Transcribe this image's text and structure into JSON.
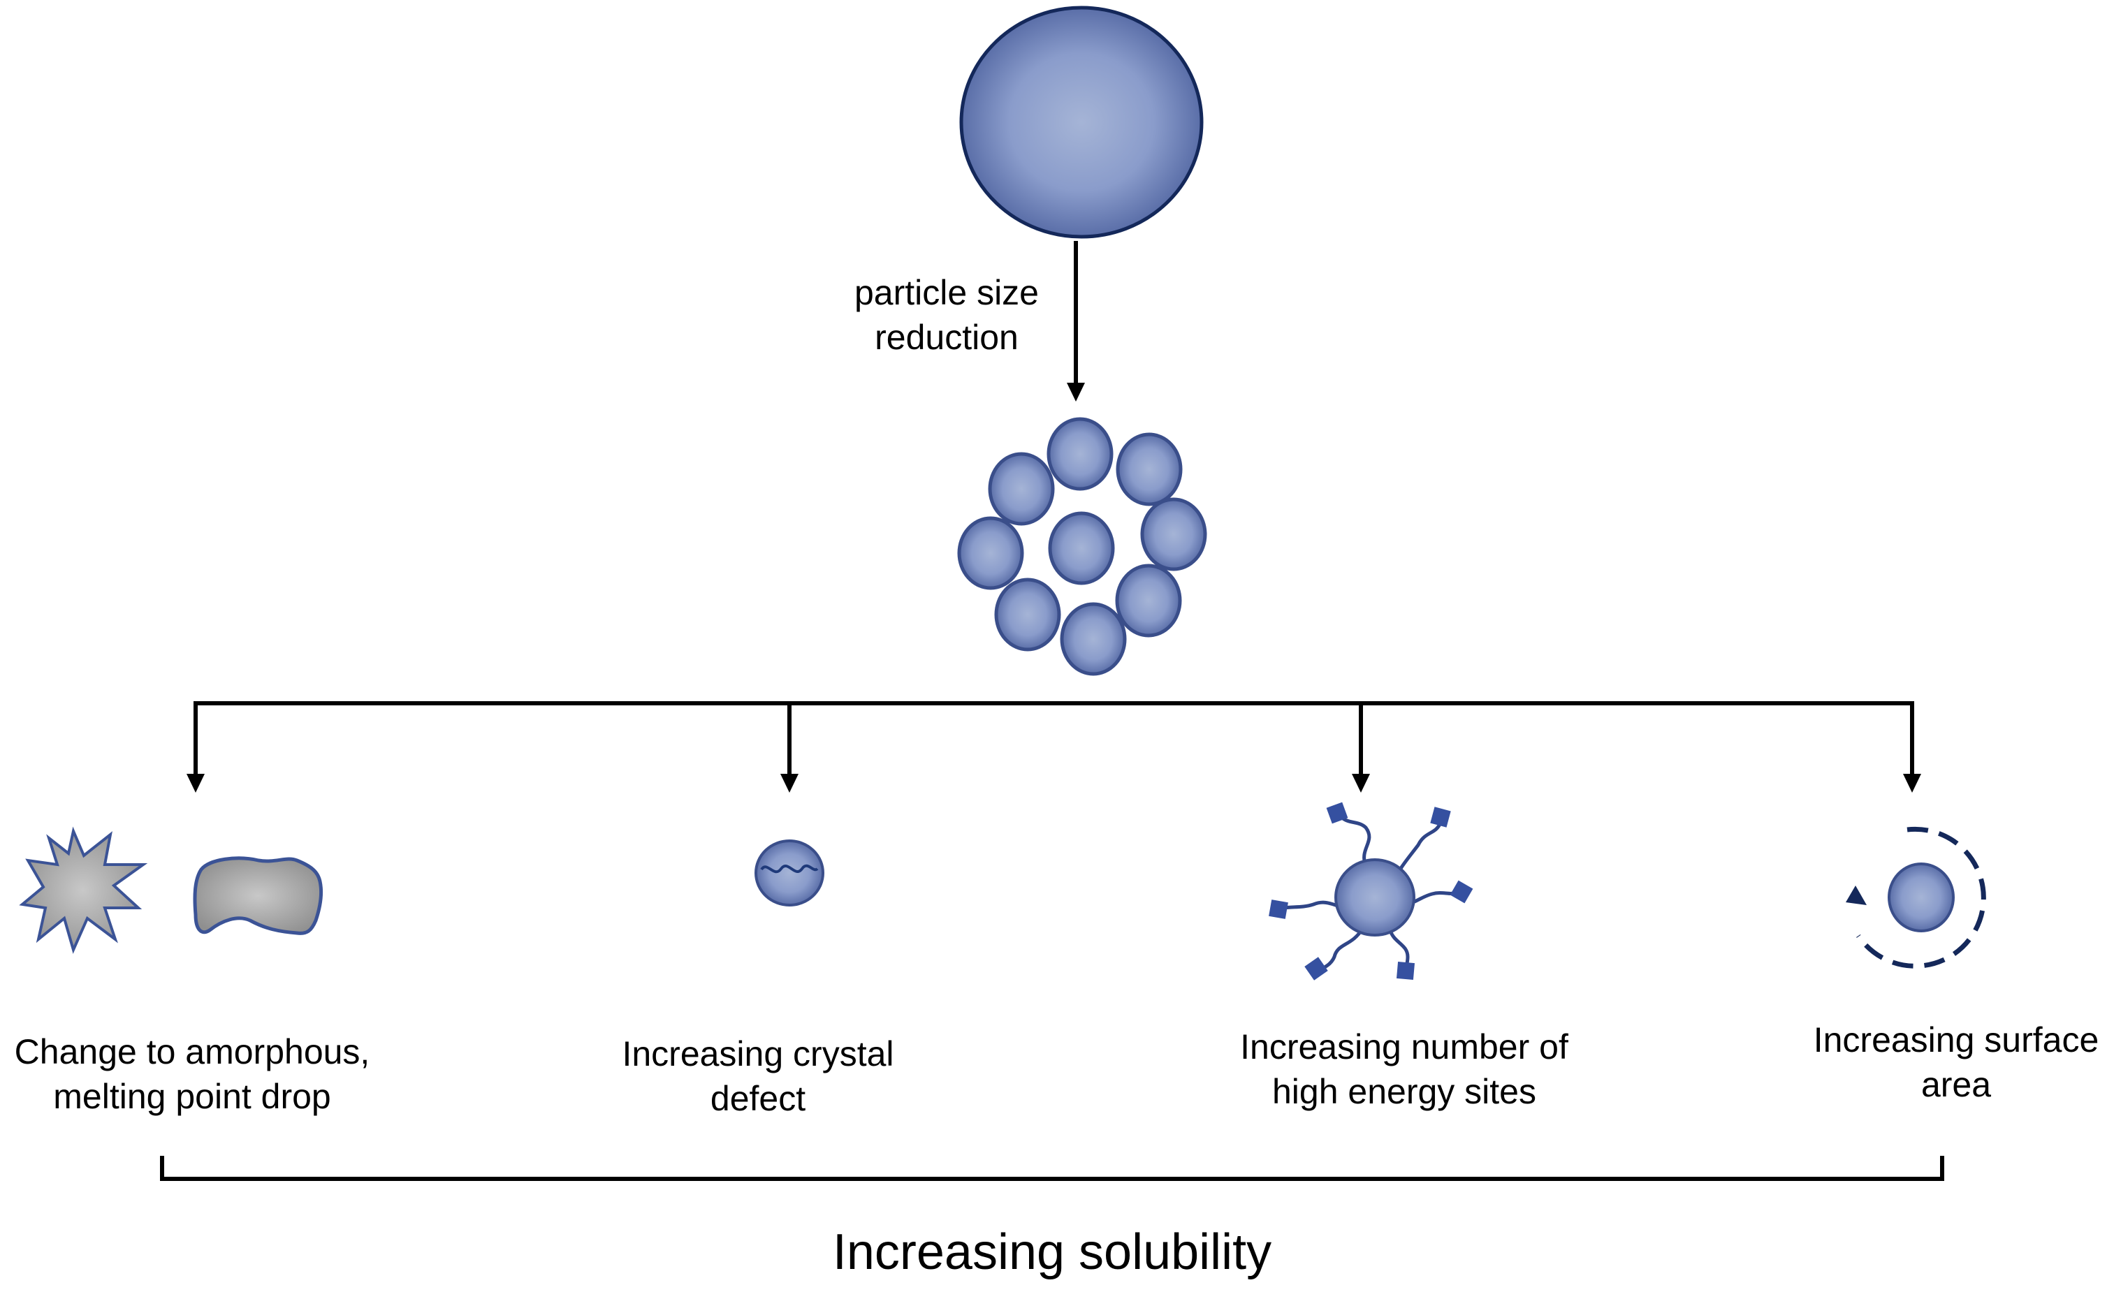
{
  "diagram": {
    "step_label": [
      "particle size",
      "reduction"
    ],
    "effects": [
      {
        "label": [
          "Change to amorphous,",
          "melting point drop"
        ],
        "icon": "amorphous-particles-icon"
      },
      {
        "label": [
          "Increasing crystal",
          "defect"
        ],
        "icon": "crystal-defect-particle-icon"
      },
      {
        "label": [
          "Increasing number of",
          "high energy sites"
        ],
        "icon": "high-energy-sites-particle-icon"
      },
      {
        "label": [
          "Increasing surface",
          "area"
        ],
        "icon": "surface-area-particle-icon"
      }
    ],
    "summary_label": "Increasing solubility"
  },
  "colors": {
    "particle_fill_center": "#a5b4d6",
    "particle_fill_edge": "#5a6ea8",
    "particle_outline": "#14285a",
    "small_particle_outline": "#3a4e8a",
    "grey_fill": "#a6a6a6",
    "grey_outline": "#3b5396",
    "defect_line": "#1f3a7a",
    "arrow": "#000000"
  }
}
